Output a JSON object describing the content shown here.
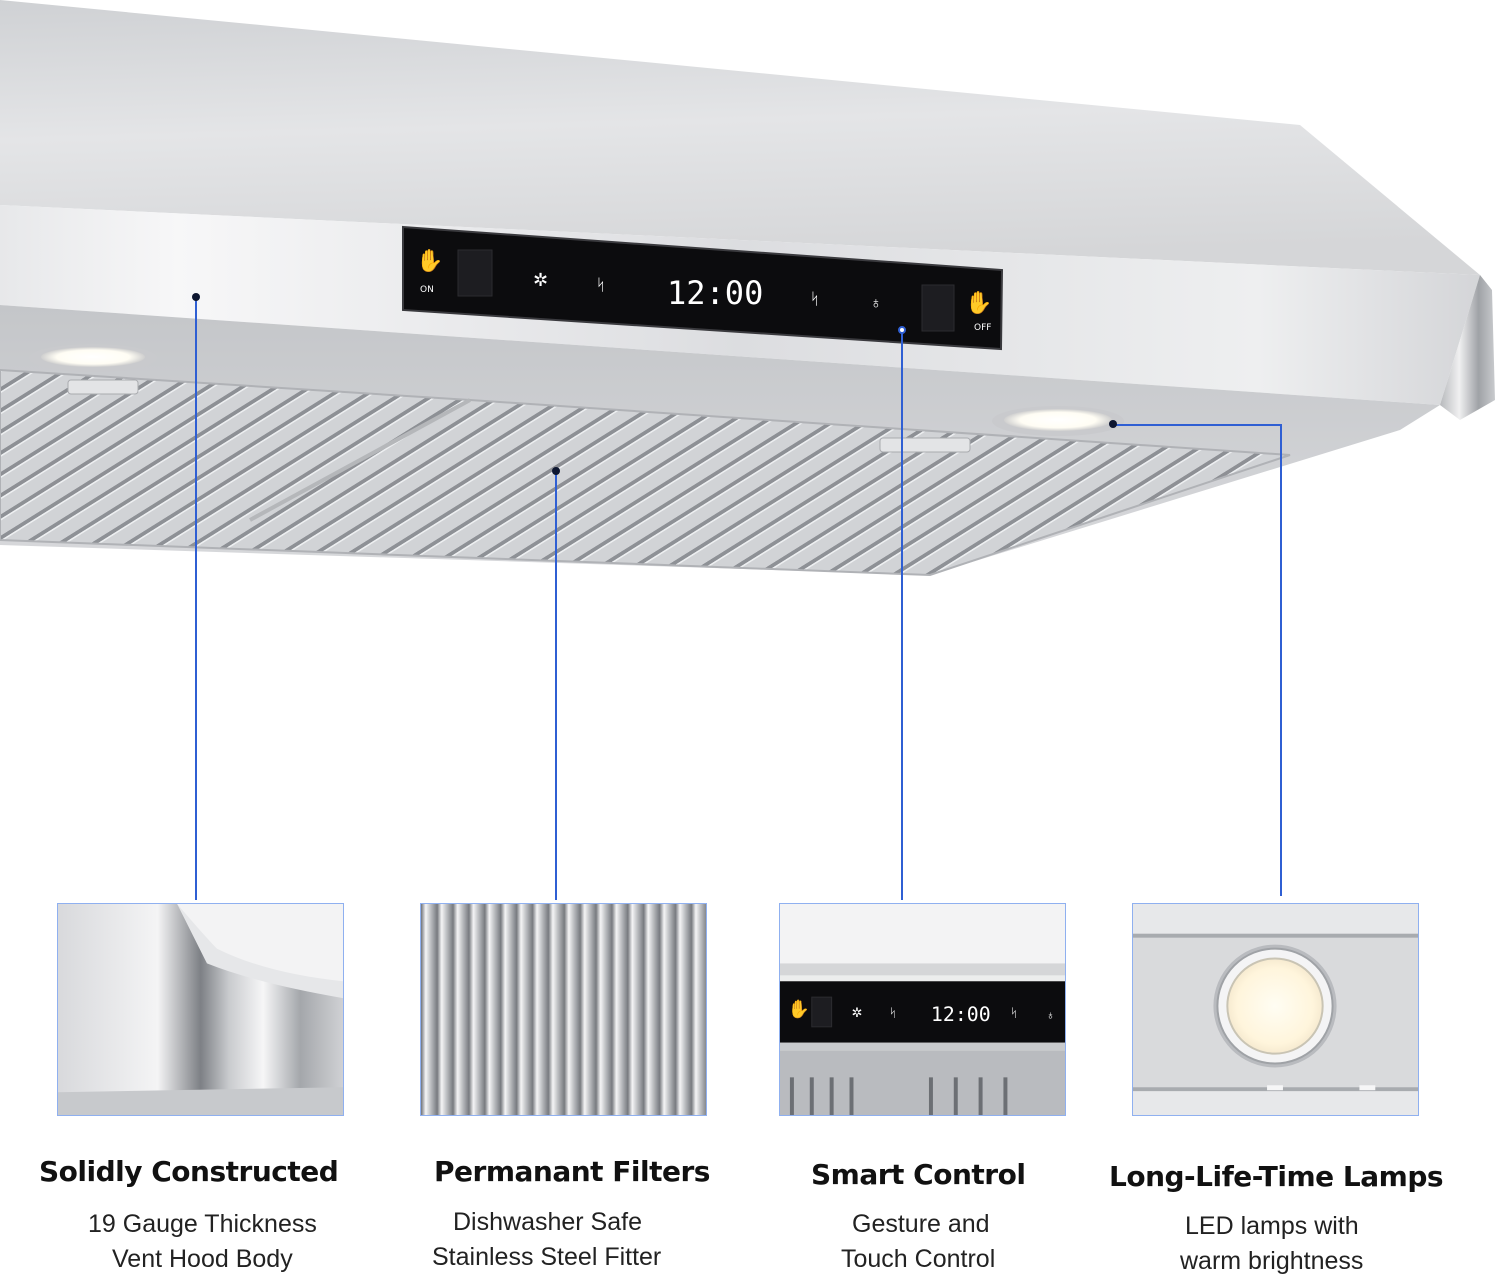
{
  "hood_display": {
    "clock": "12:00",
    "on_label": "ON",
    "off_label": "OFF"
  },
  "features": [
    {
      "title": "Solidly Constructed",
      "lines": [
        "19 Gauge Thickness",
        "Vent Hood Body"
      ],
      "icon": "polished-steel-edge"
    },
    {
      "title": "Permanant Filters",
      "lines": [
        "Dishwasher Safe",
        "Stainless Steel Fitter"
      ],
      "icon": "baffle-filter"
    },
    {
      "title": "Smart Control",
      "lines": [
        "Gesture and",
        "Touch Control"
      ],
      "icon": "control-panel"
    },
    {
      "title": "Long-Life-Time Lamps",
      "lines": [
        "LED lamps with",
        "warm brightness"
      ],
      "icon": "led-lamp"
    }
  ],
  "colors": {
    "leader_line": "#2f5fd3",
    "thumb_border": "#8fb0f0",
    "panel": "#0c0c0e",
    "lamp_glow": "#fff7df"
  }
}
